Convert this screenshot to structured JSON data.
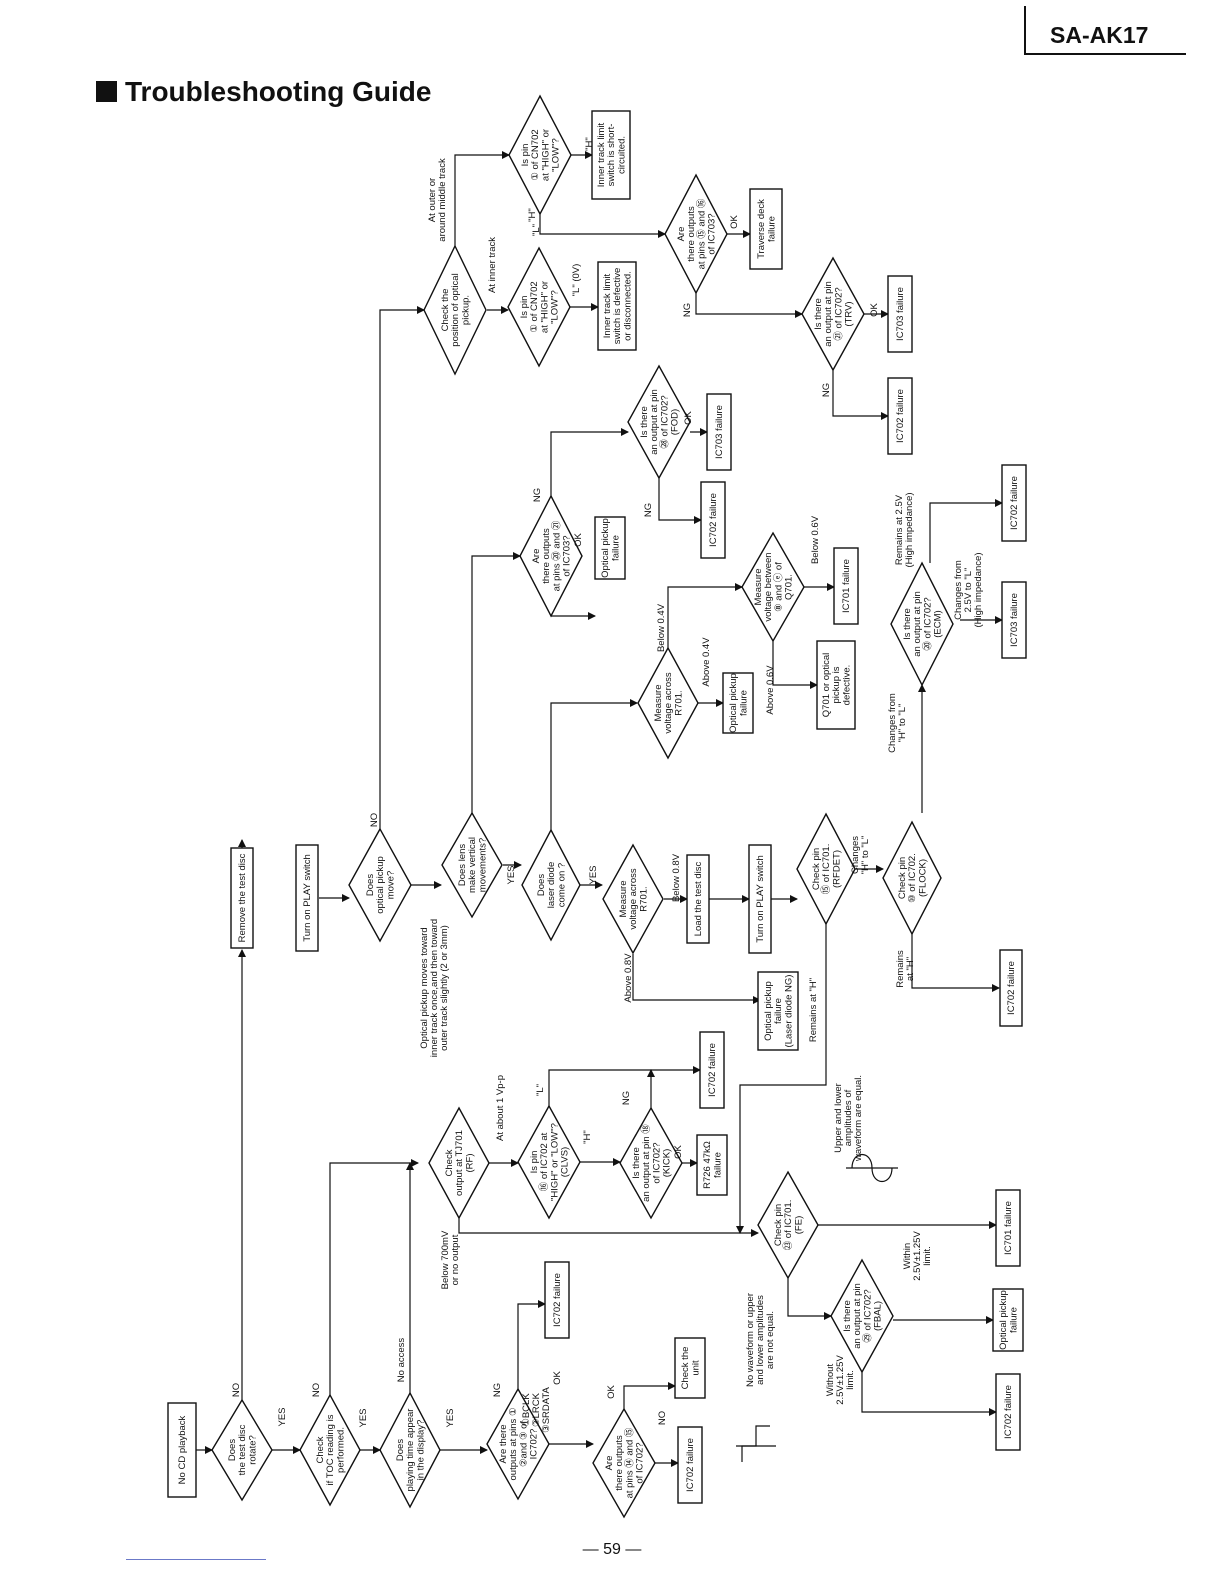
{
  "header": {
    "model": "SA-AK17",
    "title": "Troubleshooting Guide",
    "page": "— 59 —"
  },
  "nodes": [
    {
      "id": "start",
      "type": "box",
      "lines": [
        "No CD playback"
      ]
    },
    {
      "id": "d_rotate",
      "type": "diamond",
      "lines": [
        "Does",
        "the test disc",
        "rotate?"
      ]
    },
    {
      "id": "b_remove",
      "type": "box",
      "lines": [
        "Remove the test disc"
      ]
    },
    {
      "id": "b_play1",
      "type": "box",
      "lines": [
        "Turn on PLAY switch"
      ]
    },
    {
      "id": "d_move",
      "type": "diamond",
      "lines": [
        "Does",
        "optical pickup",
        "move?"
      ]
    },
    {
      "id": "d_lens",
      "type": "diamond",
      "lines": [
        "Does lens",
        "make vertical",
        "movements?"
      ]
    },
    {
      "id": "d_laser",
      "type": "diamond",
      "lines": [
        "Does",
        "laser diode",
        "come on ?"
      ]
    },
    {
      "id": "d_r701a",
      "type": "diamond",
      "lines": [
        "Measure",
        "voltage across",
        "R701."
      ]
    },
    {
      "id": "b_load",
      "type": "box",
      "lines": [
        "Load the test disc"
      ]
    },
    {
      "id": "b_play2",
      "type": "box",
      "lines": [
        "Turn on PLAY switch"
      ]
    },
    {
      "id": "d_rfdet",
      "type": "diamond",
      "lines": [
        "Check pin",
        "⑮ of IC701.",
        "(RFDET)"
      ]
    },
    {
      "id": "d_flock",
      "type": "diamond",
      "lines": [
        "Check pin",
        "⑩ of IC702.",
        "(FLOCK)"
      ]
    },
    {
      "id": "b_ic702_flock",
      "type": "box",
      "lines": [
        "IC702 failure"
      ]
    },
    {
      "id": "b_laserng",
      "type": "box",
      "lines": [
        "Optical pickup",
        "failure",
        "(Laser diode NG)"
      ]
    },
    {
      "id": "d_r701b",
      "type": "diamond",
      "lines": [
        "Measure",
        "voltage across",
        "R701."
      ]
    },
    {
      "id": "b_opt_a",
      "type": "box",
      "lines": [
        "Optical pickup",
        "failure"
      ]
    },
    {
      "id": "d_q701",
      "type": "diamond",
      "lines": [
        "Measure",
        "voltage between",
        "⑧ and ⓔ of",
        "Q701."
      ]
    },
    {
      "id": "b_q701def",
      "type": "box",
      "lines": [
        "Q701 or optical",
        "pickup is",
        "defective."
      ]
    },
    {
      "id": "b_ic701_q",
      "type": "box",
      "lines": [
        "IC701 failure"
      ]
    },
    {
      "id": "d_ecm",
      "type": "diamond",
      "lines": [
        "Is there",
        "an output at pin",
        "⑳ of IC702?",
        "(ECM)"
      ]
    },
    {
      "id": "b_ic702_ecm",
      "type": "box",
      "lines": [
        "IC702 failure"
      ]
    },
    {
      "id": "b_ic703_ecm",
      "type": "box",
      "lines": [
        "IC703 failure"
      ]
    },
    {
      "id": "d_ic703pins",
      "type": "diamond",
      "lines": [
        "Are",
        "there outputs",
        "at pins ⑳ and ㉑",
        "of IC703?"
      ]
    },
    {
      "id": "b_opt_b",
      "type": "box",
      "lines": [
        "Optical pickup",
        "failure"
      ]
    },
    {
      "id": "d_fod",
      "type": "diamond",
      "lines": [
        "Is there",
        "an output at pin",
        "㉘ of IC702?",
        "(FOD)"
      ]
    },
    {
      "id": "b_ic702_fod",
      "type": "box",
      "lines": [
        "IC702 failure"
      ]
    },
    {
      "id": "b_ic703_fod",
      "type": "box",
      "lines": [
        "IC703 failure"
      ]
    },
    {
      "id": "d_position",
      "type": "diamond",
      "lines": [
        "Check the",
        "position of optical",
        "pickup."
      ]
    },
    {
      "id": "d_cn702a",
      "type": "diamond",
      "lines": [
        "Is pin",
        "① of CN702",
        "at \"HIGH\" or",
        "\"LOW\"?"
      ]
    },
    {
      "id": "b_inner_def",
      "type": "box",
      "lines": [
        "Inner track limit",
        "switch is defective",
        "or disconnected."
      ]
    },
    {
      "id": "d_cn702b",
      "type": "diamond",
      "lines": [
        "Is pin",
        "① of CN702",
        "at \"HIGH\" or",
        "\"LOW\"?"
      ]
    },
    {
      "id": "b_inner_short",
      "type": "box",
      "lines": [
        "Inner track limit",
        "switch is short-",
        "circuited."
      ]
    },
    {
      "id": "d_ic703out",
      "type": "diamond",
      "lines": [
        "Are",
        "there outputs",
        "at pins ⑮ and ⑯",
        "of IC703?"
      ]
    },
    {
      "id": "b_traverse",
      "type": "box",
      "lines": [
        "Traverse deck",
        "failure"
      ]
    },
    {
      "id": "d_trv",
      "type": "diamond",
      "lines": [
        "Is there",
        "an output at pin",
        "㉑ of IC702?",
        "(TRV)"
      ]
    },
    {
      "id": "b_ic702_trv",
      "type": "box",
      "lines": [
        "IC702 failure"
      ]
    },
    {
      "id": "b_ic703_trv",
      "type": "box",
      "lines": [
        "IC703 failure"
      ]
    },
    {
      "id": "d_toc",
      "type": "diamond",
      "lines": [
        "Check",
        "if TOC reading is",
        "performed."
      ]
    },
    {
      "id": "d_time",
      "type": "diamond",
      "lines": [
        "Does",
        "playing time appear",
        "in the display?"
      ]
    },
    {
      "id": "d_pins123",
      "type": "diamond",
      "lines": [
        "Are there",
        "outputs at pins ①",
        "②and ③ of",
        "IC702?"
      ]
    },
    {
      "id": "b_ic702_123",
      "type": "box",
      "lines": [
        "IC702 failure"
      ]
    },
    {
      "id": "d_pins7475",
      "type": "diamond",
      "lines": [
        "Are",
        "there outputs",
        "at pins ⑭ and ⑮",
        "of IC702?"
      ]
    },
    {
      "id": "b_checkunit",
      "type": "box",
      "lines": [
        "Check the",
        "unit"
      ]
    },
    {
      "id": "b_ic702_7475",
      "type": "box",
      "lines": [
        "IC702 failure"
      ]
    },
    {
      "id": "d_tj701",
      "type": "diamond",
      "lines": [
        "Check",
        "output at TJ701",
        "(RF)"
      ]
    },
    {
      "id": "d_clvs",
      "type": "diamond",
      "lines": [
        "Is pin",
        "⑯ of IC702 at",
        "\"HIGH\" or \"LOW\"?",
        "(CLVS)"
      ]
    },
    {
      "id": "b_ic702_clvs",
      "type": "box",
      "lines": [
        "IC702 failure"
      ]
    },
    {
      "id": "d_kick",
      "type": "diamond",
      "lines": [
        "Is there",
        "an output at pin ⑱",
        "of IC702?",
        "(KICK)"
      ]
    },
    {
      "id": "b_r726",
      "type": "box",
      "lines": [
        "R726 47kΩ",
        "failure"
      ]
    },
    {
      "id": "d_fe",
      "type": "diamond",
      "lines": [
        "Check pin",
        "㉓ of IC701.",
        "(FE)"
      ]
    },
    {
      "id": "b_ic701_fe",
      "type": "box",
      "lines": [
        "IC701 failure"
      ]
    },
    {
      "id": "d_fbal",
      "type": "diamond",
      "lines": [
        "Is there",
        "an output at pin",
        "㉙ of IC702?",
        "(FBAL)"
      ]
    },
    {
      "id": "b_opt_c",
      "type": "box",
      "lines": [
        "Optical pickup",
        "failure"
      ]
    },
    {
      "id": "b_ic702_fbal",
      "type": "box",
      "lines": [
        "IC702 failure"
      ]
    }
  ],
  "labels": [
    {
      "id": "l1",
      "lines": [
        "NO"
      ]
    },
    {
      "id": "l2",
      "lines": [
        "YES"
      ]
    },
    {
      "id": "l3",
      "lines": [
        "NO"
      ]
    },
    {
      "id": "l4",
      "lines": [
        "YES"
      ]
    },
    {
      "id": "l5",
      "lines": [
        "No access"
      ]
    },
    {
      "id": "l6",
      "lines": [
        "YES"
      ]
    },
    {
      "id": "l7",
      "lines": [
        "NG"
      ]
    },
    {
      "id": "l8",
      "lines": [
        "OK"
      ]
    },
    {
      "id": "l9",
      "lines": [
        "NO"
      ]
    },
    {
      "id": "l10",
      "lines": [
        "OK"
      ]
    },
    {
      "id": "l11",
      "lines": [
        "①BCLK",
        "②LRCK",
        "③SRDATA"
      ]
    },
    {
      "id": "l12",
      "lines": [
        "Below 700mV",
        "or no output"
      ]
    },
    {
      "id": "l13",
      "lines": [
        "At about 1 Vp-p"
      ]
    },
    {
      "id": "l14",
      "lines": [
        "\"L\""
      ]
    },
    {
      "id": "l15",
      "lines": [
        "\"H\""
      ]
    },
    {
      "id": "l16",
      "lines": [
        "NG"
      ]
    },
    {
      "id": "l17",
      "lines": [
        "OK"
      ]
    },
    {
      "id": "l18",
      "lines": [
        "No waveform or upper",
        "and lower amplitudes",
        "are not equal."
      ]
    },
    {
      "id": "l19",
      "lines": [
        "Upper and lower",
        "amplitudes of",
        "waveform are equal."
      ]
    },
    {
      "id": "l20",
      "lines": [
        "Without",
        "2.5V±1.25V",
        "limit."
      ]
    },
    {
      "id": "l21",
      "lines": [
        "Within",
        "2.5V±1.25V",
        "limit."
      ]
    },
    {
      "id": "l22",
      "lines": [
        "Optical pickup moves toward",
        "inner track once,and then toward",
        "outer track slightly (2 or 3mm)"
      ]
    },
    {
      "id": "l23",
      "lines": [
        "NO"
      ]
    },
    {
      "id": "l24",
      "lines": [
        "YES"
      ]
    },
    {
      "id": "l25",
      "lines": [
        "YES"
      ]
    },
    {
      "id": "l26",
      "lines": [
        "Above 0.8V"
      ]
    },
    {
      "id": "l27",
      "lines": [
        "Below 0.8V"
      ]
    },
    {
      "id": "l28",
      "lines": [
        "Remains at \"H\""
      ]
    },
    {
      "id": "l29",
      "lines": [
        "Changes",
        "\"H\" to \"L\""
      ]
    },
    {
      "id": "l30",
      "lines": [
        "Remains",
        "at \"H\""
      ]
    },
    {
      "id": "l31",
      "lines": [
        "Changes from",
        "\"H\" to \"L\""
      ]
    },
    {
      "id": "l32",
      "lines": [
        "Below 0.4V"
      ]
    },
    {
      "id": "l33",
      "lines": [
        "Above 0.4V"
      ]
    },
    {
      "id": "l34",
      "lines": [
        "Above 0.6V"
      ]
    },
    {
      "id": "l35",
      "lines": [
        "Below 0.6V"
      ]
    },
    {
      "id": "l36",
      "lines": [
        "Remains at 2.5V",
        "(High impedance)"
      ]
    },
    {
      "id": "l37",
      "lines": [
        "Changes from",
        "2.5V to \"L\"",
        "(High impedance)"
      ]
    },
    {
      "id": "l38",
      "lines": [
        "NG"
      ]
    },
    {
      "id": "l39",
      "lines": [
        "OK"
      ]
    },
    {
      "id": "l40",
      "lines": [
        "NG"
      ]
    },
    {
      "id": "l41",
      "lines": [
        "OK"
      ]
    },
    {
      "id": "l42",
      "lines": [
        "At outer or",
        "around middle track"
      ]
    },
    {
      "id": "l43",
      "lines": [
        "At inner track"
      ]
    },
    {
      "id": "l44",
      "lines": [
        "\"L\" (0V)"
      ]
    },
    {
      "id": "l45",
      "lines": [
        "\"H\""
      ]
    },
    {
      "id": "l46",
      "lines": [
        "\"L\""
      ]
    },
    {
      "id": "l47",
      "lines": [
        "\"H\""
      ]
    },
    {
      "id": "l48",
      "lines": [
        "NG"
      ]
    },
    {
      "id": "l49",
      "lines": [
        "OK"
      ]
    },
    {
      "id": "l50",
      "lines": [
        "NG"
      ]
    },
    {
      "id": "l51",
      "lines": [
        "OK"
      ]
    }
  ]
}
